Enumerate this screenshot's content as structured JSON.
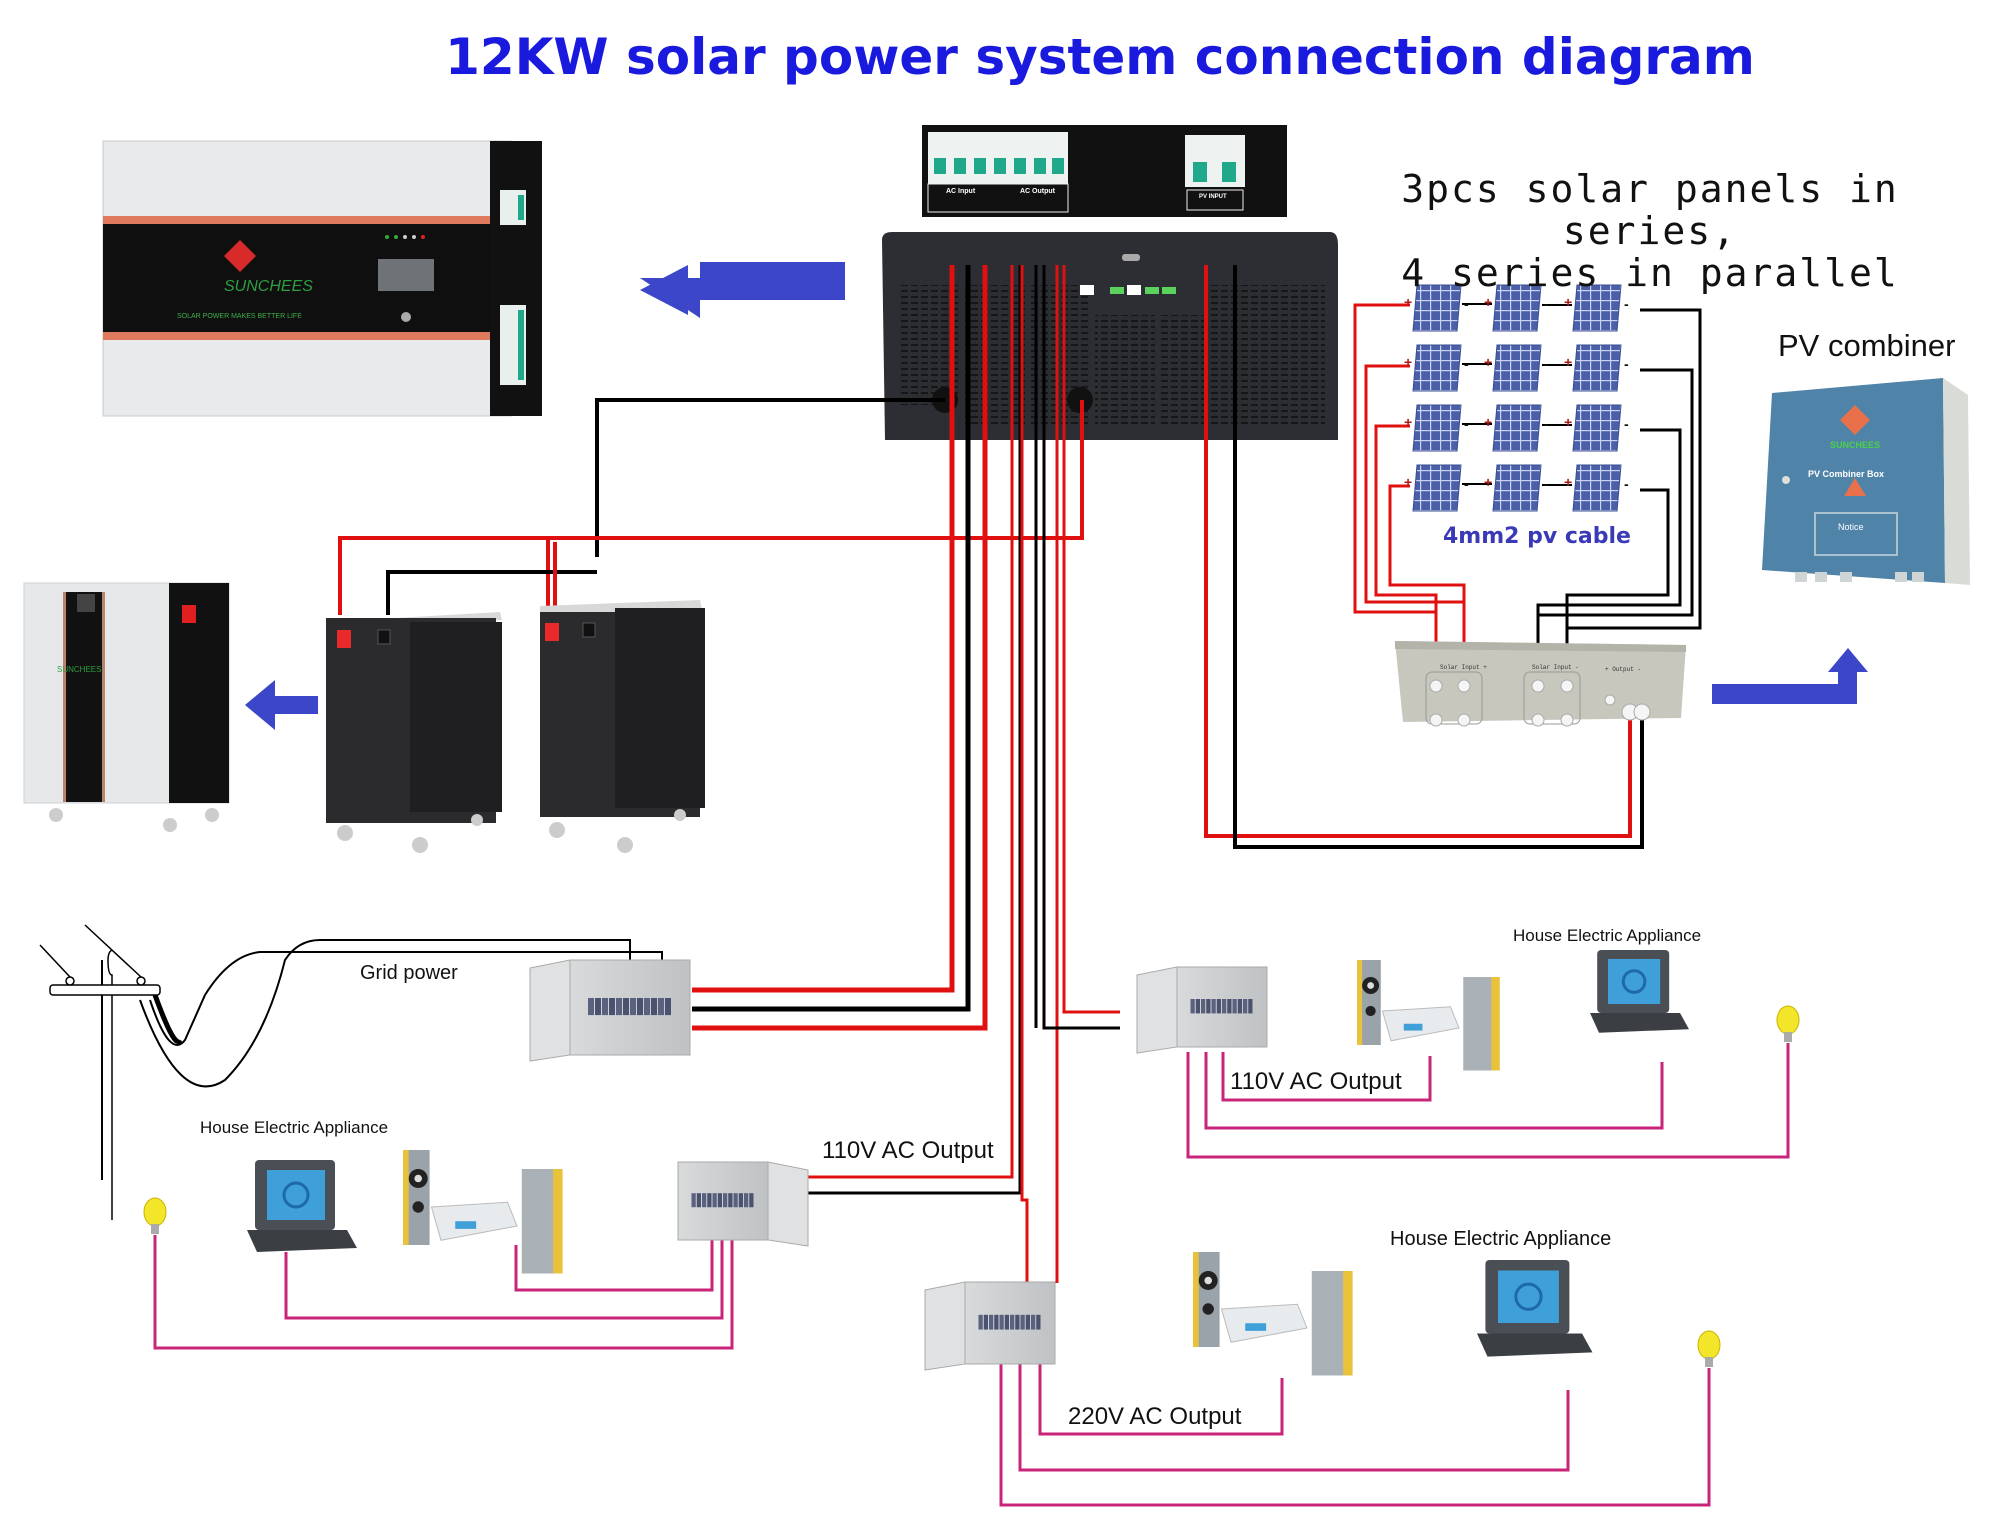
{
  "title": "12KW solar power system connection diagram",
  "solar_array": {
    "caption_line1": "3pcs solar panels in series,",
    "caption_line2": "4 series in parallel",
    "cable_label": "4mm2 pv cable",
    "rows": 4,
    "panels_per_row": 3,
    "plus_sign": "+",
    "minus_sign": "-"
  },
  "pv_combiner": {
    "label": "PV combiner",
    "box_title": "PV Combiner Box",
    "notice": "Notice",
    "brand": "SUNCHEES"
  },
  "combiner_terminal": {
    "solar_input_plus": "Solar Input +",
    "solar_input_minus": "Solar Input -",
    "output": "+ Output -"
  },
  "inverter": {
    "brand": "SUNCHEES",
    "slogan": "SOLAR POWER MAKES BETTER LIFE",
    "breaker_labels": [
      "AC Input",
      "AC Output",
      "PV INPUT"
    ]
  },
  "battery": {
    "brand": "SUNCHEES",
    "count": 2
  },
  "grid": {
    "label": "Grid power"
  },
  "outputs": [
    {
      "label": "110V AC Output",
      "appliance_label": "House Electric Appliance"
    },
    {
      "label": "110V AC Output",
      "appliance_label": "House Electric Appliance"
    },
    {
      "label": "220V AC Output",
      "appliance_label": "House Electric Appliance"
    }
  ],
  "colors": {
    "title": "#1a1adf",
    "arrow": "#3b46c8",
    "positive_wire": "#e01010",
    "negative_wire": "#000000",
    "load_wire": "#c8247a",
    "panel": "#4a5fa8",
    "accent_orange": "#e8704a"
  }
}
